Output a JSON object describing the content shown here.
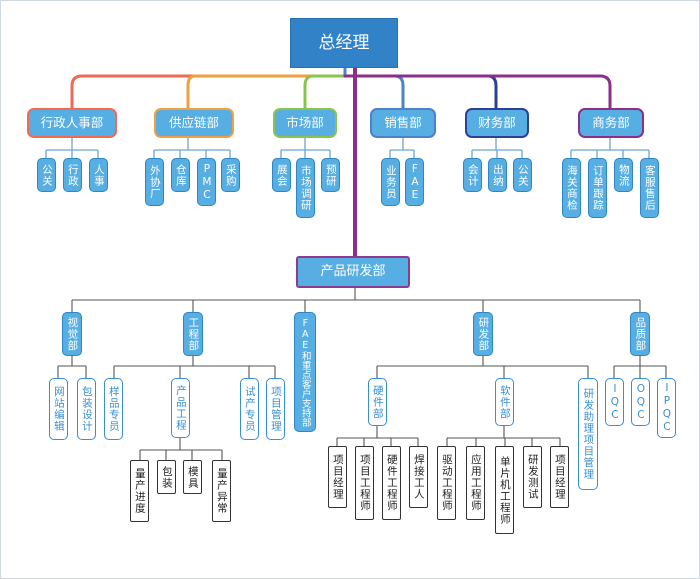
{
  "ceo": "总经理",
  "l1": {
    "admin": "行政人事部",
    "supply": "供应链部",
    "market": "市场部",
    "sales": "销售部",
    "finance": "财务部",
    "business": "商务部"
  },
  "admin_children": [
    "公关",
    "行政",
    "人事"
  ],
  "supply_children": [
    "外协厂",
    "仓库",
    "PMC",
    "采购"
  ],
  "market_children": [
    "展会",
    "市场调研",
    "预研"
  ],
  "sales_children": [
    "业务员",
    "FAE"
  ],
  "finance_children": [
    "会计",
    "出纳",
    "公关"
  ],
  "business_children": [
    "海关商检",
    "订单跟踪",
    "物流",
    "客服售后"
  ],
  "rd": {
    "title": "产品研发部",
    "visual": "视觉部",
    "eng": "工程部",
    "fae": "FAE和重点客户支持部",
    "research": "研发部",
    "quality": "品质部"
  },
  "visual_children": [
    "网站编辑",
    "包装设计"
  ],
  "eng_children": [
    "样品专员",
    "产品工程",
    "试产专员",
    "项目管理"
  ],
  "prodeng_children": [
    "量产进度",
    "包装",
    "模具",
    "量产异常"
  ],
  "research_children": [
    "硬件部",
    "软件部",
    "研发助理项目管理"
  ],
  "hw_children": [
    "项目经理",
    "项目工程师",
    "硬件工程师",
    "焊接工人"
  ],
  "sw_children": [
    "驱动工程师",
    "应用工程师",
    "单片机工程师",
    "研发测试",
    "项目经理"
  ],
  "quality_children": [
    "IQC",
    "OQC",
    "IPQC"
  ]
}
